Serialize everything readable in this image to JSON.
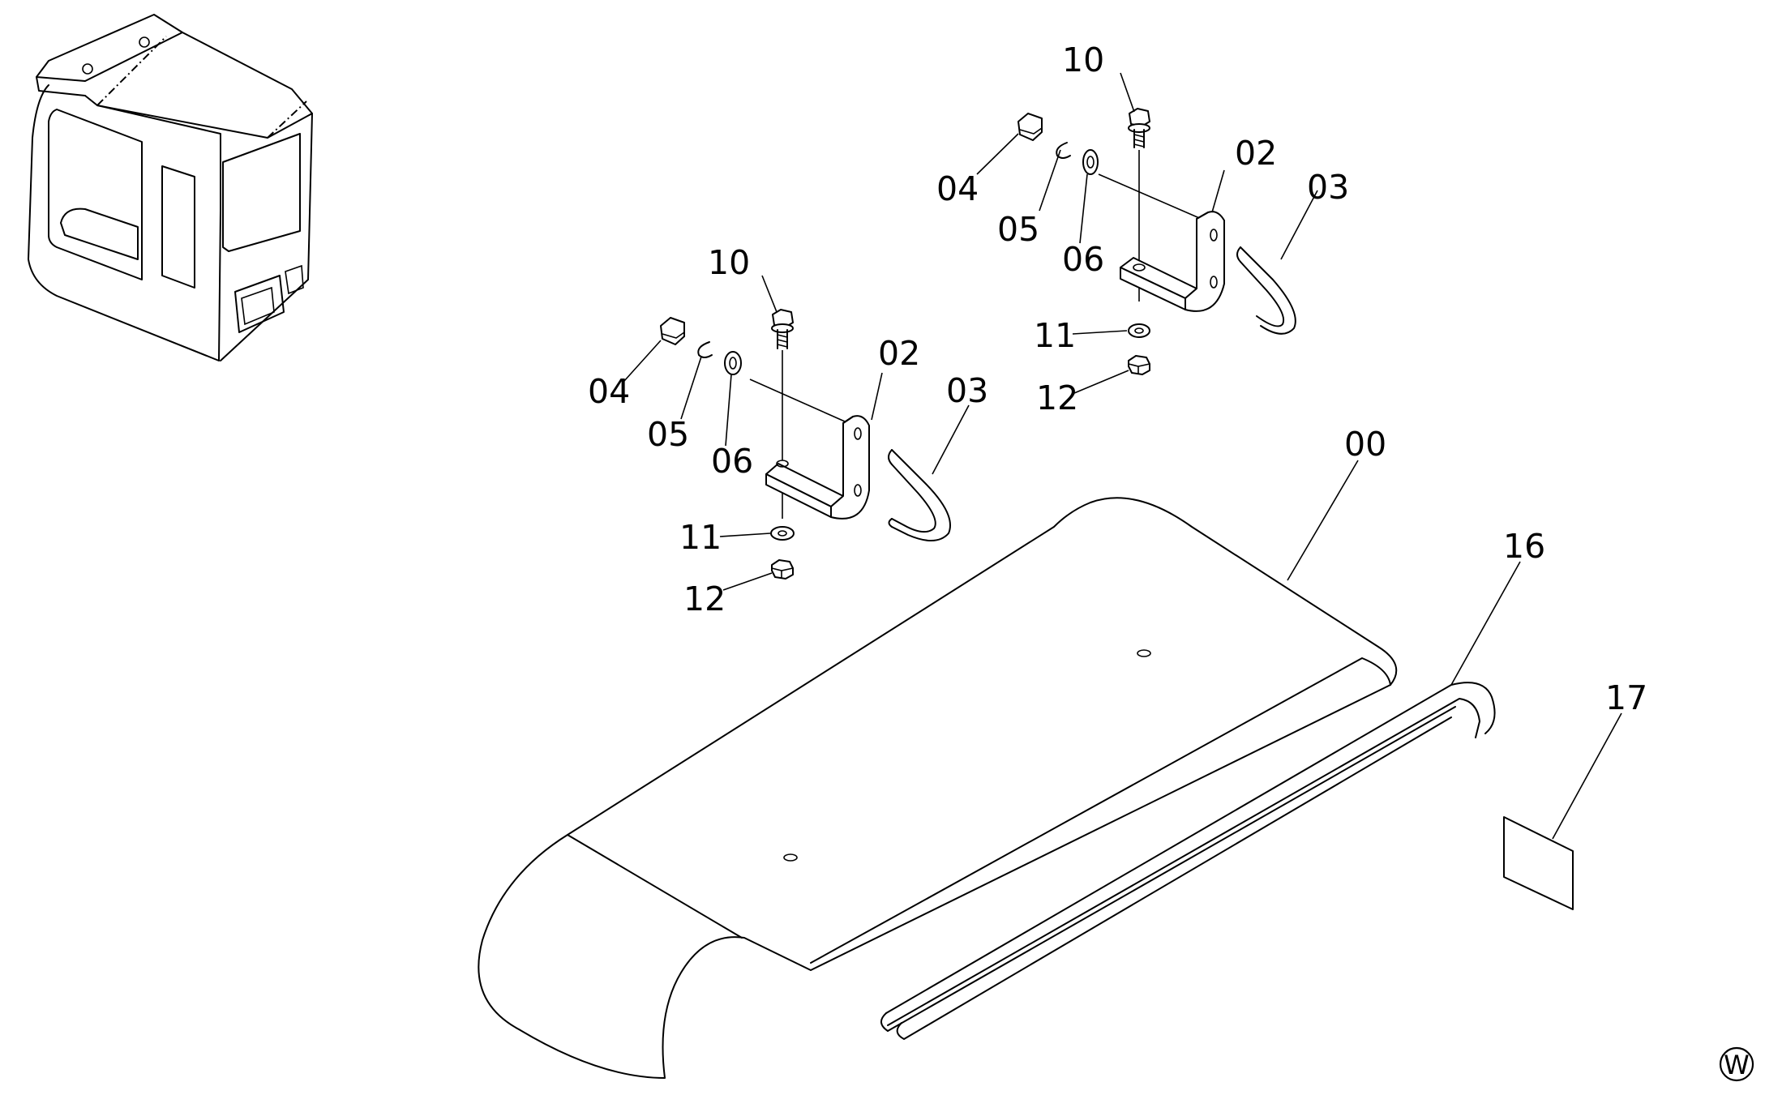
{
  "labels": {
    "upper_bolt": "10",
    "upper_cap": "04",
    "upper_clip": "05",
    "upper_washer": "06",
    "upper_bracket": "02",
    "upper_hook": "03",
    "upper_lock_washer": "11",
    "upper_nut": "12",
    "lower_bolt": "10",
    "lower_cap": "04",
    "lower_clip": "05",
    "lower_washer": "06",
    "lower_bracket": "02",
    "lower_hook": "03",
    "lower_lock_washer": "11",
    "lower_nut": "12",
    "visor": "00",
    "seal": "16",
    "label_plate": "17"
  },
  "corner_mark": "W"
}
